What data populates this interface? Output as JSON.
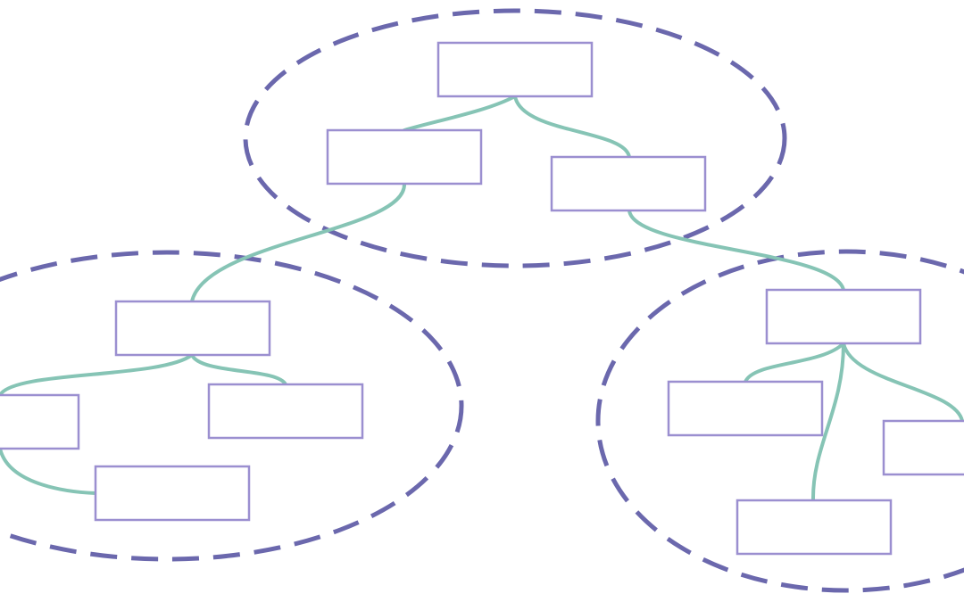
{
  "colors": {
    "cluster_stroke": "#6b68ad",
    "node_stroke": "#9b8fd0",
    "edge_stroke": "#86c4b5",
    "background": "#ffffff"
  },
  "clusters": [
    {
      "id": "top-group",
      "label": ""
    },
    {
      "id": "left-group",
      "label": ""
    },
    {
      "id": "right-group",
      "label": ""
    }
  ],
  "nodes": [
    {
      "id": "n-top-root",
      "label": ""
    },
    {
      "id": "n-top-left",
      "label": ""
    },
    {
      "id": "n-top-right",
      "label": ""
    },
    {
      "id": "n-left-root",
      "label": ""
    },
    {
      "id": "n-left-a",
      "label": ""
    },
    {
      "id": "n-left-b",
      "label": ""
    },
    {
      "id": "n-left-c",
      "label": ""
    },
    {
      "id": "n-right-root",
      "label": ""
    },
    {
      "id": "n-right-a",
      "label": ""
    },
    {
      "id": "n-right-b",
      "label": ""
    },
    {
      "id": "n-right-c",
      "label": ""
    }
  ],
  "edges": [
    {
      "from": "n-top-root",
      "to": "n-top-left"
    },
    {
      "from": "n-top-root",
      "to": "n-top-right"
    },
    {
      "from": "n-top-left",
      "to": "n-left-root"
    },
    {
      "from": "n-top-right",
      "to": "n-right-root"
    },
    {
      "from": "n-left-root",
      "to": "n-left-a"
    },
    {
      "from": "n-left-root",
      "to": "n-left-b"
    },
    {
      "from": "n-left-a",
      "to": "n-left-c"
    },
    {
      "from": "n-right-root",
      "to": "n-right-a"
    },
    {
      "from": "n-right-root",
      "to": "n-right-b"
    },
    {
      "from": "n-right-root",
      "to": "n-right-c"
    }
  ]
}
